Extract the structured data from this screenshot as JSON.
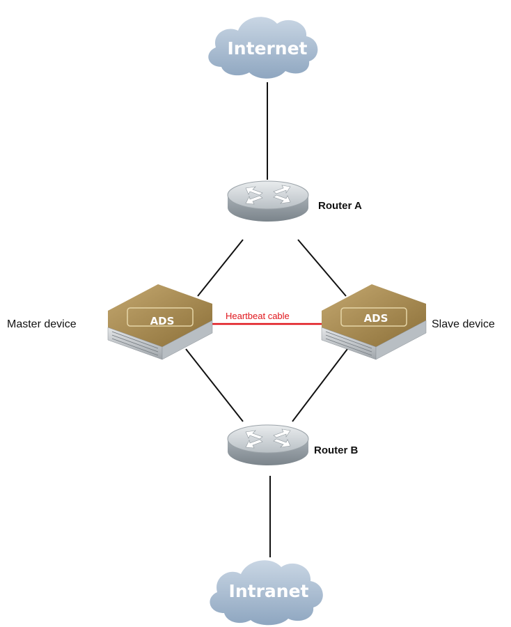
{
  "clouds": {
    "top": {
      "label": "Internet"
    },
    "bottom": {
      "label": "Intranet"
    }
  },
  "routers": {
    "a": {
      "label": "Router A"
    },
    "b": {
      "label": "Router B"
    }
  },
  "devices": {
    "master": {
      "label": "Master device",
      "badge": "ADS"
    },
    "slave": {
      "label": "Slave device",
      "badge": "ADS"
    }
  },
  "heartbeat": {
    "label": "Heartbeat cable",
    "color": "#e0151b"
  },
  "colors": {
    "cloud": "#a9bdd3",
    "router": "#c8ced2",
    "ads_gold": "#a1854b",
    "line": "#111111"
  }
}
